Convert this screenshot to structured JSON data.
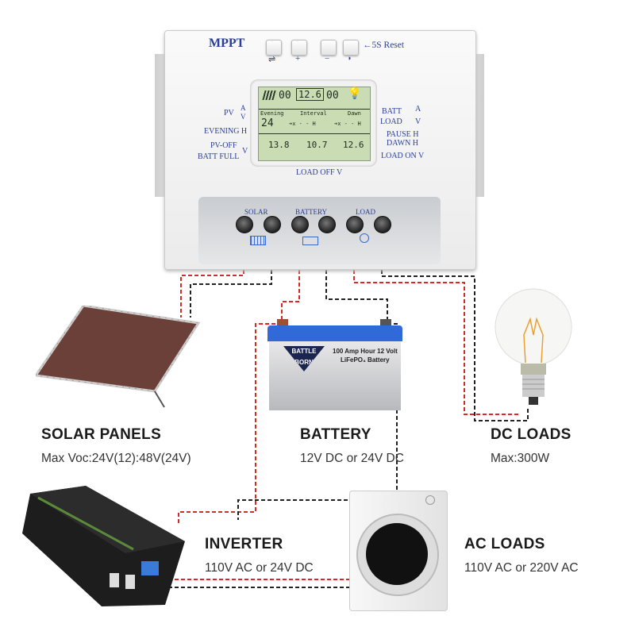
{
  "controller": {
    "brand": "MPPT",
    "reset_label": "←5S Reset",
    "button_symbols": [
      "⇌",
      "+",
      "−",
      "◑"
    ],
    "side_labels_left": [
      "PV",
      "A",
      "V",
      "EVENING H",
      "PV-OFF",
      "BATT FULL",
      "V"
    ],
    "side_labels_right": [
      "BATT",
      "LOAD",
      "A",
      "V",
      "PAUSE H",
      "DAWN H",
      "LOAD ON V"
    ],
    "bottom_label": "LOAD OFF V",
    "lcd": {
      "pv_current": "00",
      "battery_voltage": "12.6",
      "load_current": "00",
      "row_headers": [
        "Evening",
        "Interval",
        "Dawn"
      ],
      "evening_hours": "24",
      "interval": "➔x - - H",
      "dawn": "➔x - - H",
      "pv_off": "13.8",
      "load_off": "10.7",
      "load_on": "12.6"
    },
    "terminal_groups": [
      "SOLAR",
      "BATTERY",
      "LOAD"
    ],
    "battery_label": {
      "brand": "BATTLE BORN",
      "line1": "100 Amp Hour 12 Volt",
      "line2": "LiFePO₄ Battery"
    }
  },
  "components": [
    {
      "title": "SOLAR PANELS",
      "spec": "Max Voc:24V(12):48V(24V)"
    },
    {
      "title": "BATTERY",
      "spec": "12V DC or 24V DC"
    },
    {
      "title": "DC LOADS",
      "spec": "Max:300W"
    },
    {
      "title": "INVERTER",
      "spec": "110V AC or 24V DC"
    },
    {
      "title": "AC LOADS",
      "spec": "110V AC or 220V AC"
    }
  ],
  "colors": {
    "positive_wire": "#d42a2a",
    "negative_wire": "#222222",
    "label_blue": "#2a3e9a",
    "lcd_green": "#c9dcb4"
  }
}
